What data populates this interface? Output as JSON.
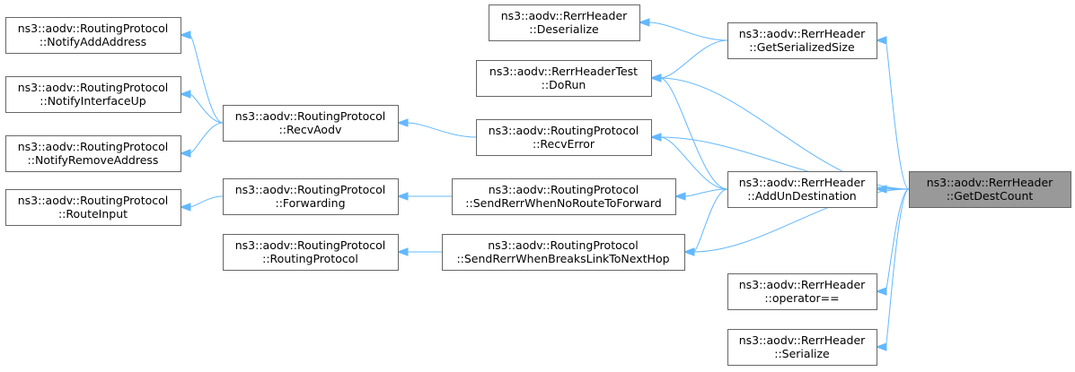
{
  "diagram": {
    "nodes": [
      {
        "id": "getdestcount",
        "line1": "ns3::aodv::RerrHeader",
        "line2": "::GetDestCount",
        "highlight": true
      },
      {
        "id": "deserialize",
        "line1": "ns3::aodv::RerrHeader",
        "line2": "::Deserialize"
      },
      {
        "id": "getserializedsize",
        "line1": "ns3::aodv::RerrHeader",
        "line2": "::GetSerializedSize"
      },
      {
        "id": "dorun",
        "line1": "ns3::aodv::RerrHeaderTest",
        "line2": "::DoRun"
      },
      {
        "id": "recverror",
        "line1": "ns3::aodv::RoutingProtocol",
        "line2": "::RecvError"
      },
      {
        "id": "addundestination",
        "line1": "ns3::aodv::RerrHeader",
        "line2": "::AddUnDestination"
      },
      {
        "id": "sendrerrnoroute",
        "line1": "ns3::aodv::RoutingProtocol",
        "line2": "::SendRerrWhenNoRouteToForward"
      },
      {
        "id": "sendrerrbreaks",
        "line1": "ns3::aodv::RoutingProtocol",
        "line2": "::SendRerrWhenBreaksLinkToNextHop"
      },
      {
        "id": "operatoreq",
        "line1": "ns3::aodv::RerrHeader",
        "line2": "::operator=="
      },
      {
        "id": "serialize",
        "line1": "ns3::aodv::RerrHeader",
        "line2": "::Serialize"
      },
      {
        "id": "recvaodv",
        "line1": "ns3::aodv::RoutingProtocol",
        "line2": "::RecvAodv"
      },
      {
        "id": "forwarding",
        "line1": "ns3::aodv::RoutingProtocol",
        "line2": "::Forwarding"
      },
      {
        "id": "routingprotocol",
        "line1": "ns3::aodv::RoutingProtocol",
        "line2": "::RoutingProtocol"
      },
      {
        "id": "notifyaddaddress",
        "line1": "ns3::aodv::RoutingProtocol",
        "line2": "::NotifyAddAddress"
      },
      {
        "id": "notifyinterfaceup",
        "line1": "ns3::aodv::RoutingProtocol",
        "line2": "::NotifyInterfaceUp"
      },
      {
        "id": "notifyremoveaddress",
        "line1": "ns3::aodv::RoutingProtocol",
        "line2": "::NotifyRemoveAddress"
      },
      {
        "id": "routeinput",
        "line1": "ns3::aodv::RoutingProtocol",
        "line2": "::RouteInput"
      }
    ],
    "edges": [
      {
        "from": "deserialize",
        "to": "getserializedsize"
      },
      {
        "from": "dorun",
        "to": "getserializedsize"
      },
      {
        "from": "getserializedsize",
        "to": "getdestcount"
      },
      {
        "from": "dorun",
        "to": "getdestcount"
      },
      {
        "from": "recverror",
        "to": "getdestcount"
      },
      {
        "from": "dorun",
        "to": "addundestination"
      },
      {
        "from": "recverror",
        "to": "addundestination"
      },
      {
        "from": "sendrerrnoroute",
        "to": "addundestination"
      },
      {
        "from": "sendrerrbreaks",
        "to": "addundestination"
      },
      {
        "from": "addundestination",
        "to": "getdestcount"
      },
      {
        "from": "sendrerrbreaks",
        "to": "getdestcount"
      },
      {
        "from": "operatoreq",
        "to": "getdestcount"
      },
      {
        "from": "serialize",
        "to": "getdestcount"
      },
      {
        "from": "recvaodv",
        "to": "recverror"
      },
      {
        "from": "notifyaddaddress",
        "to": "recvaodv"
      },
      {
        "from": "notifyinterfaceup",
        "to": "recvaodv"
      },
      {
        "from": "notifyremoveaddress",
        "to": "recvaodv"
      },
      {
        "from": "forwarding",
        "to": "sendrerrnoroute"
      },
      {
        "from": "routeinput",
        "to": "forwarding"
      },
      {
        "from": "routingprotocol",
        "to": "sendrerrbreaks"
      }
    ],
    "colors": {
      "edge": "#63b8ff",
      "node_border": "#666666",
      "target_fill": "#999999"
    }
  }
}
